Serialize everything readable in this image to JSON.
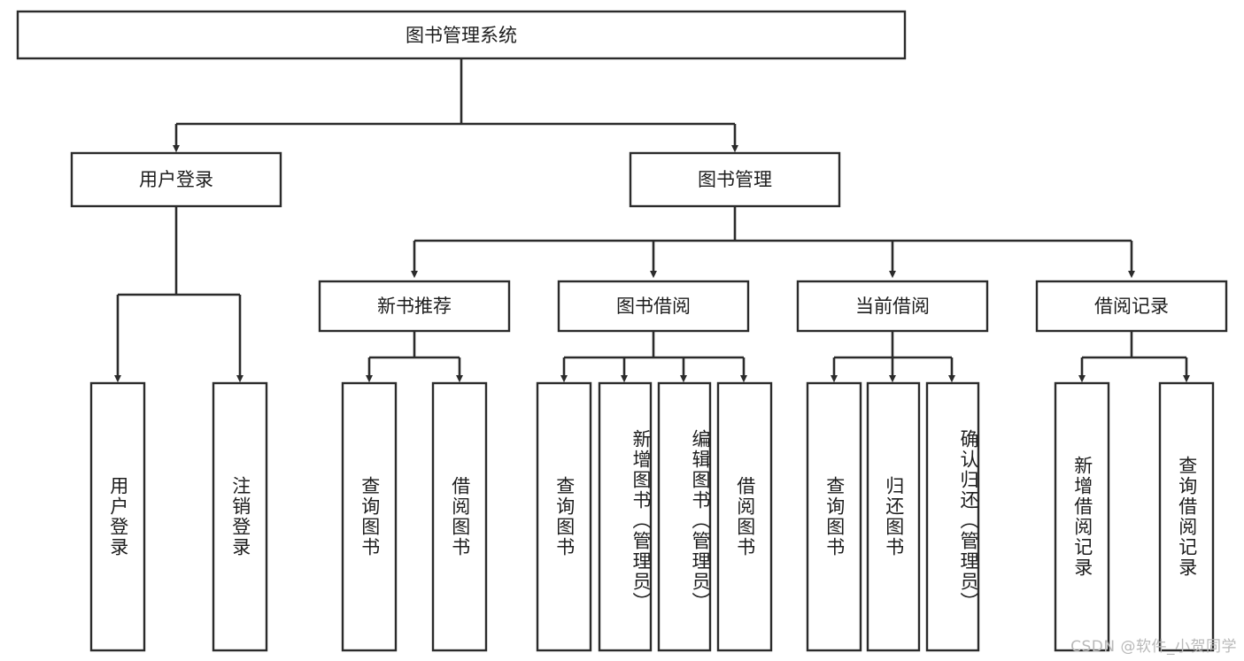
{
  "diagram": {
    "type": "tree",
    "title": "图书管理系统",
    "watermark": "CSDN @软件_小贺同学",
    "colors": {
      "box_stroke": "#2b2b2b",
      "box_fill": "#ffffff",
      "text": "#1d1d1d",
      "edge": "#2b2b2b",
      "watermark": "#b9b9b9",
      "background": "#ffffff"
    },
    "root": {
      "id": "root",
      "label": "图书管理系统",
      "orientation": "horizontal"
    },
    "level1": [
      {
        "id": "user-login",
        "label": "用户登录",
        "orientation": "horizontal"
      },
      {
        "id": "book-manage",
        "label": "图书管理",
        "orientation": "horizontal"
      }
    ],
    "level2": [
      {
        "id": "new-book-rec",
        "label": "新书推荐",
        "orientation": "horizontal",
        "parent": "book-manage"
      },
      {
        "id": "book-borrow",
        "label": "图书借阅",
        "orientation": "horizontal",
        "parent": "book-manage"
      },
      {
        "id": "current-borrow",
        "label": "当前借阅",
        "orientation": "horizontal",
        "parent": "book-manage"
      },
      {
        "id": "borrow-record",
        "label": "借阅记录",
        "orientation": "horizontal",
        "parent": "book-manage"
      }
    ],
    "leaves": [
      {
        "id": "leaf-user-login",
        "label": "用户登录",
        "parent": "user-login",
        "orientation": "vertical"
      },
      {
        "id": "leaf-user-logout",
        "label": "注销登录",
        "parent": "user-login",
        "orientation": "vertical"
      },
      {
        "id": "leaf-query-book-1",
        "label": "查询图书",
        "parent": "new-book-rec",
        "orientation": "vertical"
      },
      {
        "id": "leaf-borrow-book-1",
        "label": "借阅图书",
        "parent": "new-book-rec",
        "orientation": "vertical"
      },
      {
        "id": "leaf-query-book-2",
        "label": "查询图书",
        "parent": "book-borrow",
        "orientation": "vertical"
      },
      {
        "id": "leaf-add-book",
        "label": "新增图书（管理员）",
        "parent": "book-borrow",
        "orientation": "vertical"
      },
      {
        "id": "leaf-edit-book",
        "label": "编辑图书（管理员）",
        "parent": "book-borrow",
        "orientation": "vertical"
      },
      {
        "id": "leaf-borrow-book-2",
        "label": "借阅图书",
        "parent": "book-borrow",
        "orientation": "vertical"
      },
      {
        "id": "leaf-query-book-3",
        "label": "查询图书",
        "parent": "current-borrow",
        "orientation": "vertical"
      },
      {
        "id": "leaf-return-book",
        "label": "归还图书",
        "parent": "current-borrow",
        "orientation": "vertical"
      },
      {
        "id": "leaf-confirm-return",
        "label": "确认归还（管理员）",
        "parent": "current-borrow",
        "orientation": "vertical"
      },
      {
        "id": "leaf-add-record",
        "label": "新增借阅记录",
        "parent": "borrow-record",
        "orientation": "vertical"
      },
      {
        "id": "leaf-query-record",
        "label": "查询借阅记录",
        "parent": "borrow-record",
        "orientation": "vertical"
      }
    ]
  }
}
